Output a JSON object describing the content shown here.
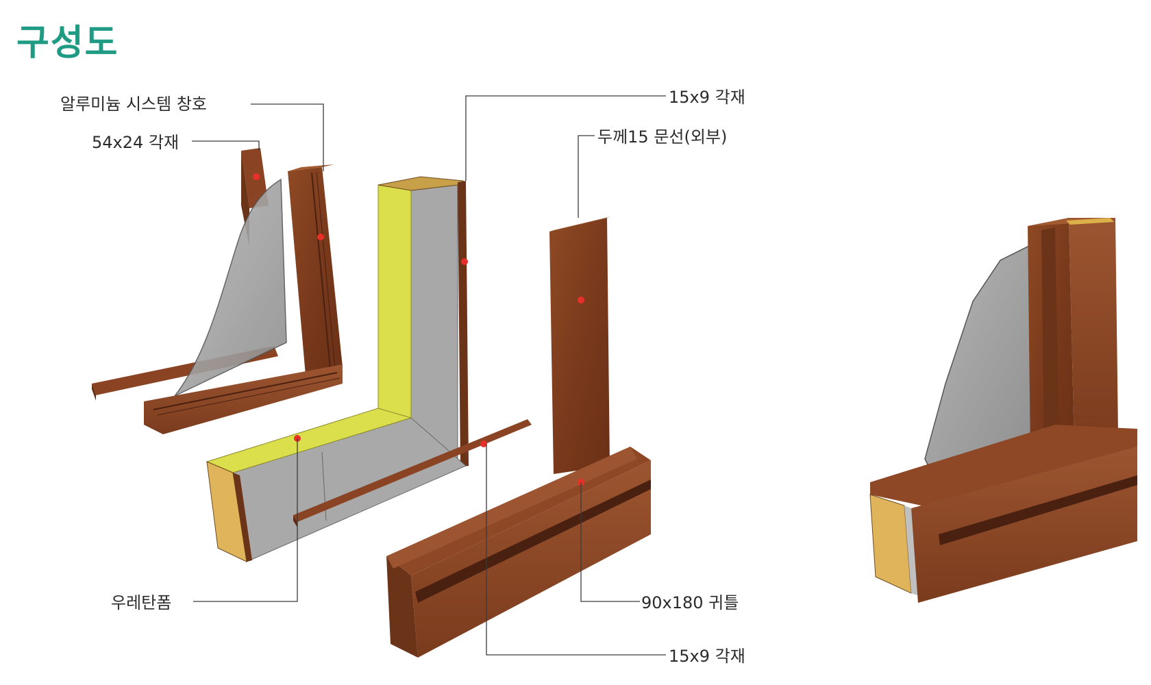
{
  "title": "구성도",
  "labels": {
    "aluminum_window": "알루미늄 시스템 창호",
    "timber_54x24": "54x24 각재",
    "timber_15x9_top": "15x9 각재",
    "door_frame_15": "두께15 문선(외부)",
    "urethane_foam": "우레탄폼",
    "sill_90x180": "90x180 귀틀",
    "timber_15x9_bottom": "15x9 각재"
  },
  "colors": {
    "title": "#1f9b84",
    "wood_dark": "#6b3318",
    "wood_mid": "#8a4422",
    "wood_light": "#a25a30",
    "glass": "#a6a6a6",
    "foam_yellow": "#dcdf4c",
    "foam_end": "#e0b45a",
    "marker": "#e8302a"
  }
}
